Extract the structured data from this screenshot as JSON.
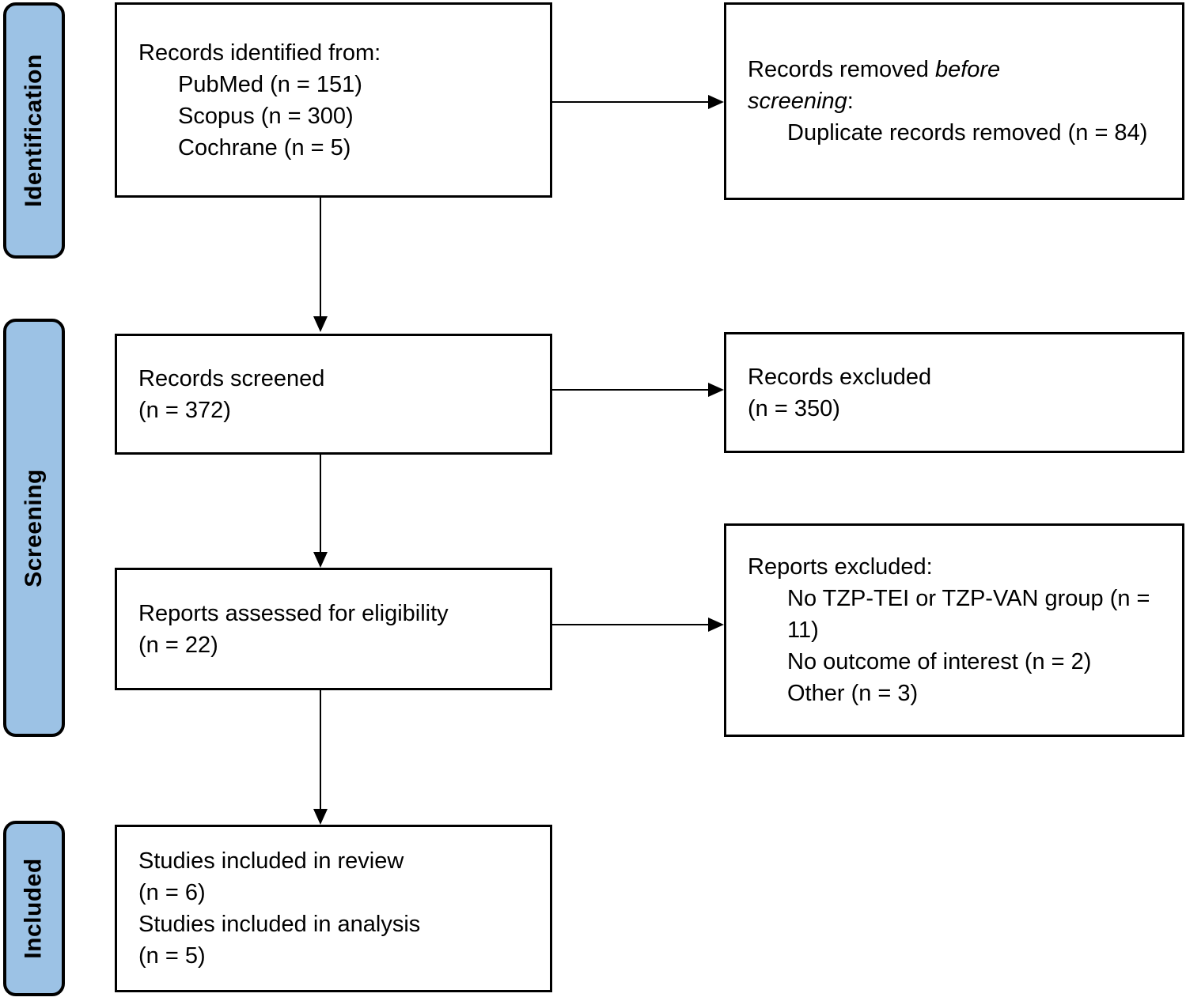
{
  "colors": {
    "stage_fill": "#9CC2E5",
    "stroke": "#000000"
  },
  "stages": [
    {
      "label": "Identification"
    },
    {
      "label": "Screening"
    },
    {
      "label": "Included"
    }
  ],
  "boxes": {
    "identified": {
      "title": "Records identified from:",
      "items": [
        "PubMed (n = 151)",
        "Scopus (n = 300)",
        "Cochrane (n = 5)"
      ]
    },
    "removed": {
      "title_prefix": "Records removed ",
      "title_italic": "before screening",
      "title_suffix": ":",
      "items": [
        "Duplicate records removed (n = 84)"
      ]
    },
    "screened": {
      "lines": [
        "Records screened",
        "(n = 372)"
      ]
    },
    "records_excluded": {
      "lines": [
        "Records excluded",
        "(n = 350)"
      ]
    },
    "assessed": {
      "lines": [
        "Reports assessed for eligibility",
        "(n = 22)"
      ]
    },
    "reports_excluded": {
      "title": "Reports excluded:",
      "items": [
        "No TZP-TEI or TZP-VAN group (n = 11)",
        "No outcome of interest (n = 2)",
        "Other (n = 3)"
      ]
    },
    "included": {
      "lines": [
        "Studies included in review",
        "(n = 6)",
        "Studies included in analysis",
        "(n = 5)"
      ]
    }
  }
}
